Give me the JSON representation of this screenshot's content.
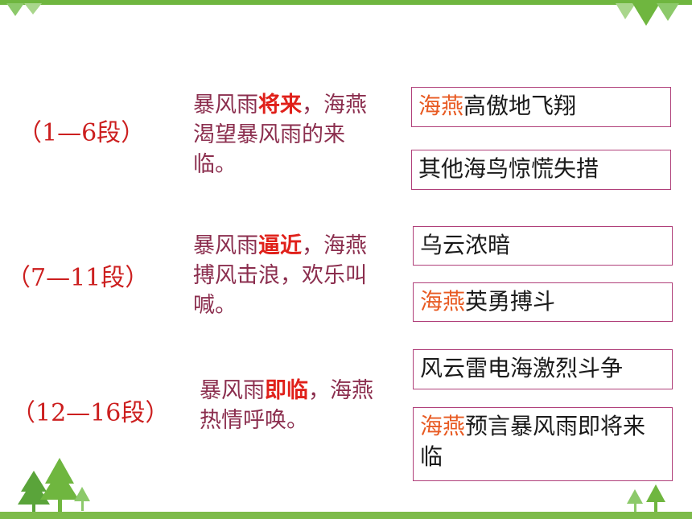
{
  "sections": [
    {
      "label": "（1—6段）",
      "desc_pre": "暴风雨",
      "desc_hl": "将来",
      "desc_post": "，海燕渴望暴风雨的来临。",
      "boxes": [
        {
          "hl": "海燕",
          "text": "高傲地飞翔"
        },
        {
          "hl": "",
          "text": "其他海鸟惊慌失措"
        }
      ]
    },
    {
      "label": "（7—11段）",
      "desc_pre": "暴风雨",
      "desc_hl": "逼近",
      "desc_post": "，海燕搏风击浪，欢乐叫喊。",
      "boxes": [
        {
          "hl": "",
          "text": "乌云浓暗"
        },
        {
          "hl": "海燕",
          "text": "英勇搏斗"
        }
      ]
    },
    {
      "label": "（12—16段）",
      "desc_pre": "暴风雨",
      "desc_hl": "即临",
      "desc_post": "，海燕热情呼唤。",
      "boxes": [
        {
          "hl": "",
          "text": "风云雷电海激烈斗争"
        },
        {
          "hl": "海燕",
          "text": "预言暴风雨即将来临"
        }
      ]
    }
  ],
  "colors": {
    "accent_green": "#6fb63f",
    "label_red": "#cc1f1f",
    "desc_text": "#8b2e4e",
    "box_highlight": "#e85a22",
    "box_border": "#b0407a"
  }
}
